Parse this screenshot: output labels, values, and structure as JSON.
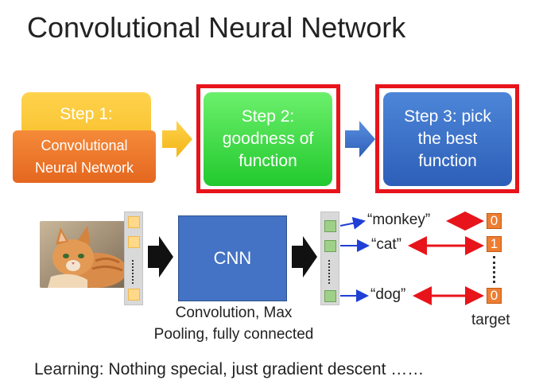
{
  "title": "Convolutional Neural Network",
  "steps": {
    "step1_heading": "Step 1:",
    "step1_line1": "Convolutional",
    "step1_line2": "Neural Network",
    "step2_line1": "Step 2:",
    "step2_line2": "goodness of",
    "step2_line3": "function",
    "step3_line1": "Step 3: pick",
    "step3_line2": "the best",
    "step3_line3": "function"
  },
  "cnn": {
    "label": "CNN",
    "caption_line1": "Convolution, Max",
    "caption_line2": "Pooling, fully connected"
  },
  "outputs": [
    {
      "label": "“monkey”",
      "target": "0"
    },
    {
      "label": "“cat”",
      "target": "1"
    },
    {
      "label": "“dog”",
      "target": "0"
    }
  ],
  "target_label": "target",
  "footer": "Learning: Nothing special, just gradient descent ……",
  "colors": {
    "step1": "#f2b515",
    "step1_inner": "#e4671f",
    "step2": "#22c92e",
    "step3": "#2d5fb8",
    "highlight_frame": "#e8141b",
    "cnn_box": "#4472c4",
    "output_arrow": "#1f3fd6",
    "compare_arrow": "#e8141b",
    "target_box": "#ed7d31"
  }
}
